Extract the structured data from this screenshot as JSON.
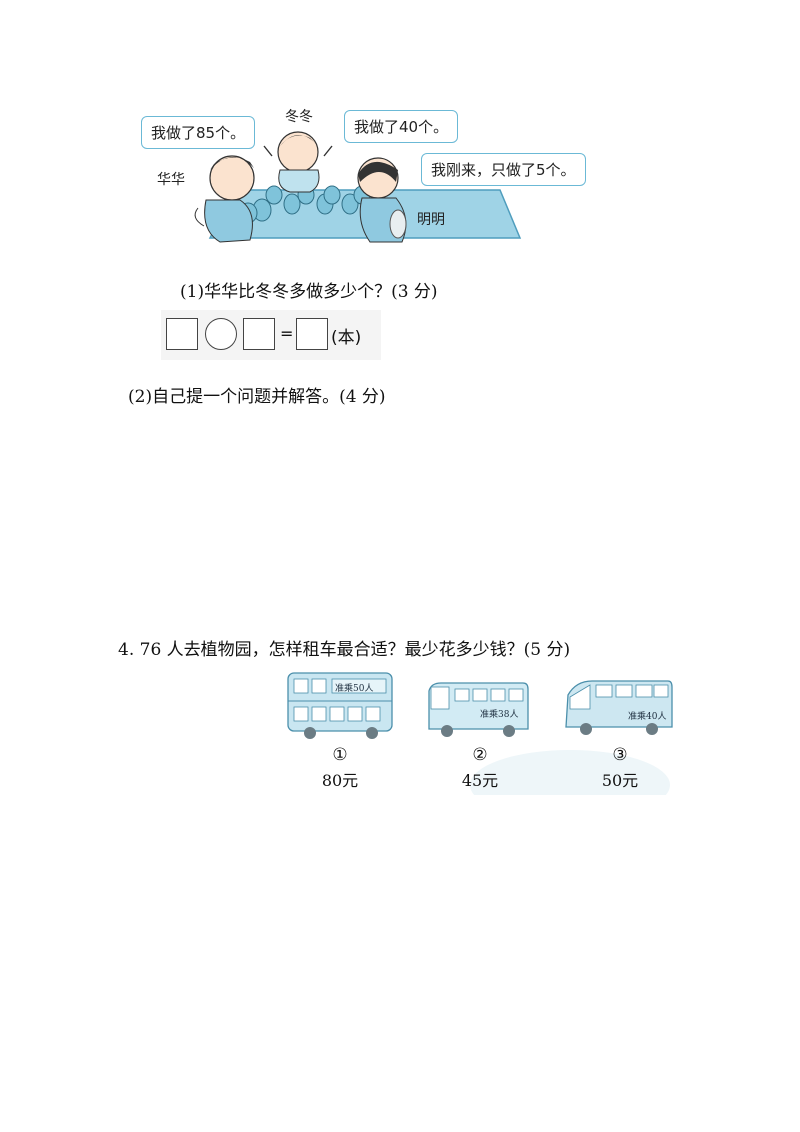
{
  "illustration": {
    "bubbles": {
      "huahua": "我做了85个。",
      "dongdong": "我做了40个。",
      "mingming": "我刚来，只做了5个。"
    },
    "names": {
      "huahua": "华华",
      "dongdong": "冬冬",
      "mingming": "明明"
    }
  },
  "question3": {
    "part1": "(1)华华比冬冬多做多少个？(3 分)",
    "answer_unit": "(本)",
    "answer_equals": "=",
    "part2": "(2)自己提一个问题并解答。(4 分)"
  },
  "question4": {
    "text": "4. 76 人去植物园，怎样租车最合适？最少花多少钱？(5 分)",
    "buses": [
      {
        "number": "①",
        "price": "80元",
        "sign": "准乘50人"
      },
      {
        "number": "②",
        "price": "45元",
        "sign": "准乘38人"
      },
      {
        "number": "③",
        "price": "50元",
        "sign": "准乘40人"
      }
    ]
  }
}
